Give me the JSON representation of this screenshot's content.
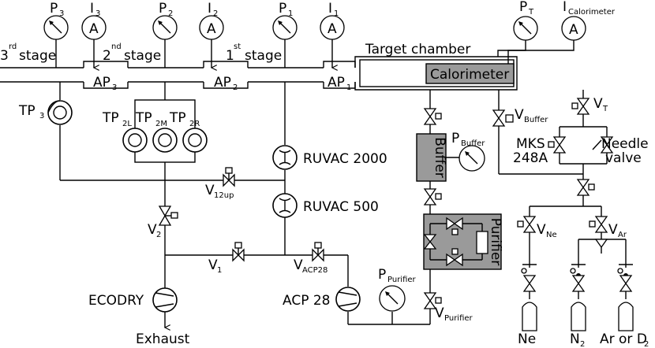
{
  "labels": {
    "p3": "P",
    "p3_sub": "3",
    "i3": "I",
    "i3_sub": "3",
    "p2": "P",
    "p2_sub": "2",
    "i2": "I",
    "i2_sub": "2",
    "p1": "P",
    "p1_sub": "1",
    "i1": "I",
    "i1_sub": "1",
    "pt": "P",
    "pt_sub": "T",
    "ical": "I",
    "ical_sub": "Calorimeter",
    "stage3_num": "3",
    "stage3_sup": "rd",
    "stage3_word": "stage",
    "stage2_num": "2",
    "stage2_sup": "nd",
    "stage2_word": "stage",
    "stage1_num": "1",
    "stage1_sup": "st",
    "stage1_word": "stage",
    "target_chamber": "Target chamber",
    "calorimeter": "Calorimeter",
    "ap3": "AP",
    "ap3_sub": "3",
    "ap2": "AP",
    "ap2_sub": "2",
    "ap1": "AP",
    "ap1_sub": "1",
    "tp3": "TP",
    "tp3_sub": "3",
    "tp2l": "TP",
    "tp2l_sub": "2L",
    "tp2m": "TP",
    "tp2m_sub": "2M",
    "tp2r": "TP",
    "tp2r_sub": "2R",
    "ruvac2000": "RUVAC 2000",
    "ruvac500": "RUVAC 500",
    "v12up": "V",
    "v12up_sub": "12up",
    "v2": "V",
    "v2_sub": "2",
    "v1": "V",
    "v1_sub": "1",
    "vacp28": "V",
    "vacp28_sub": "ACP28",
    "ecodry": "ECODRY",
    "exhaust": "Exhaust",
    "acp28": "ACP 28",
    "ppurifier": "P",
    "ppurifier_sub": "Purifier",
    "vpurifier": "V",
    "vpurifier_sub": "Purifier",
    "buffer": "Buffer",
    "pbuffer": "P",
    "pbuffer_sub": "Buffer",
    "vbuffer": "V",
    "vbuffer_sub": "Buffer",
    "purifier": "Purifier",
    "vt": "V",
    "vt_sub": "T",
    "mks": "MKS",
    "mks248a": "248A",
    "needle": "Needle",
    "valve": "valve",
    "vne": "V",
    "vne_sub": "Ne",
    "var": "V",
    "var_sub": "Ar",
    "ne": "Ne",
    "n2": "N",
    "n2_sub": "2",
    "ar_or_d2": "Ar or D",
    "ar_or_d2_sub": "2",
    "gauge_letter": "A"
  },
  "colors": {
    "box_gray": "#9a9a9a",
    "line": "#000000",
    "background": "#ffffff"
  },
  "icons": [
    "pressure-gauge-icon",
    "ammeter-icon",
    "turbo-pump-icon",
    "roots-pump-icon",
    "scroll-pump-icon",
    "valve-icon",
    "gas-bottle-icon"
  ]
}
